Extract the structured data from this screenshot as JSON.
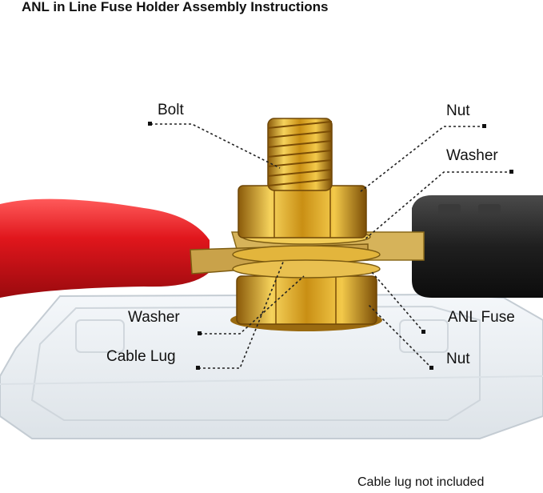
{
  "title": "ANL in Line Fuse Holder Assembly Instructions",
  "labels": {
    "bolt": "Bolt",
    "nut_top": "Nut",
    "washer_top": "Washer",
    "washer_bottom": "Washer",
    "anl_fuse": "ANL Fuse",
    "cable_lug": "Cable Lug",
    "nut_bottom": "Nut"
  },
  "footnote": "Cable lug not included",
  "colors": {
    "brass": "#d9a520",
    "cable": "#e0161c",
    "black_cap": "#1f1f1f",
    "leader": "#222222"
  }
}
